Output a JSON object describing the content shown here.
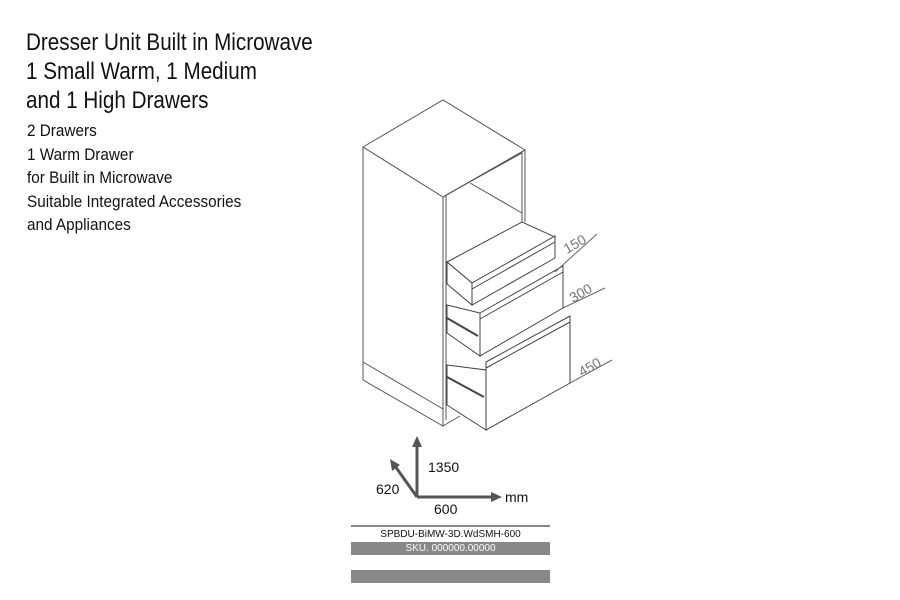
{
  "title_lines": [
    "Dresser Unit Built in Microwave",
    "1 Small Warm, 1 Medium",
    "and 1 High Drawers"
  ],
  "features": [
    "2 Drawers",
    "1 Warm Drawer",
    "for Built in Microwave",
    "Suitable Integrated Accessories",
    "and Appliances"
  ],
  "drawer_heights": [
    "150",
    "300",
    "450"
  ],
  "dimensions": {
    "height": "1350",
    "depth": "620",
    "width": "600",
    "unit": "mm"
  },
  "product_code": "SPBDU-BiMW-3D.WdSMH-600",
  "sku": "SKU. 000000.00000"
}
